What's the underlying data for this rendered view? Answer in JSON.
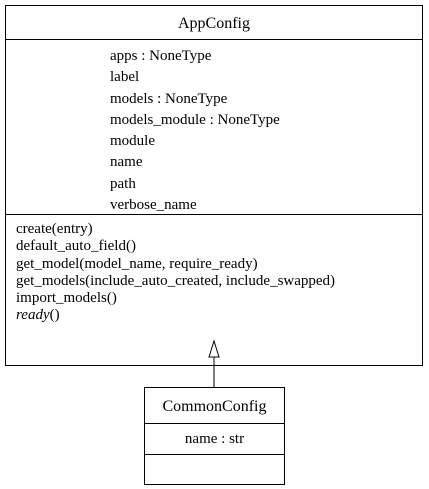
{
  "diagram": {
    "classes": [
      {
        "name": "AppConfig",
        "attributes": [
          "apps : NoneType",
          "label",
          "models : NoneType",
          "models_module : NoneType",
          "module",
          "name",
          "path",
          "verbose_name"
        ],
        "operations": [
          {
            "text": "create(entry)",
            "italic_part": ""
          },
          {
            "text": "default_auto_field()",
            "italic_part": ""
          },
          {
            "text": "get_model(model_name, require_ready)",
            "italic_part": ""
          },
          {
            "text": "get_models(include_auto_created, include_swapped)",
            "italic_part": ""
          },
          {
            "text": "import_models()",
            "italic_part": ""
          },
          {
            "text": "()",
            "italic_part": "ready"
          }
        ]
      },
      {
        "name": "CommonConfig",
        "attributes": [
          "name : str"
        ],
        "operations": []
      }
    ],
    "relations": [
      {
        "type": "generalization",
        "from": "CommonConfig",
        "to": "AppConfig"
      }
    ]
  }
}
